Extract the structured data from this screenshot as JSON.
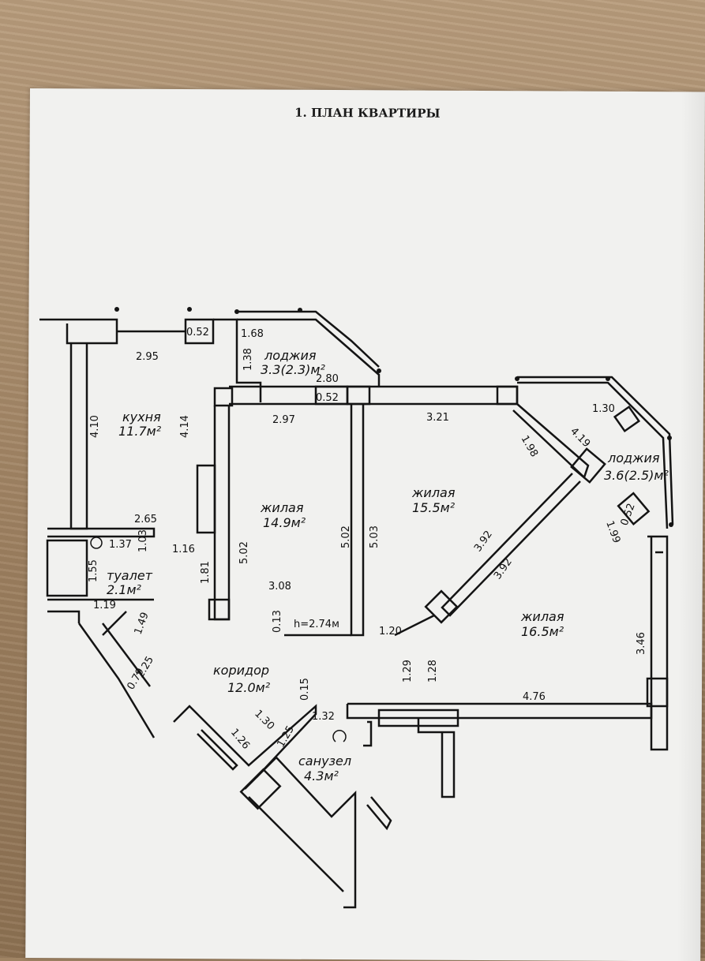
{
  "title": "1. ПЛАН КВАРТИРЫ",
  "rooms": {
    "kitchen": {
      "name": "кухня",
      "area": "11.7м²"
    },
    "loggia_top": {
      "name": "лоджия",
      "area": "3.3(2.3)м²"
    },
    "living_1": {
      "name": "жилая",
      "area": "14.9м²"
    },
    "living_2": {
      "name": "жилая",
      "area": "15.5м²"
    },
    "loggia_right": {
      "name": "лоджия",
      "area": "3.6(2.5)м²"
    },
    "living_3": {
      "name": "жилая",
      "area": "16.5м²"
    },
    "toilet": {
      "name": "туалет",
      "area": "2.1м²"
    },
    "corridor": {
      "name": "коридор",
      "area": "12.0м²"
    },
    "bathroom": {
      "name": "санузел",
      "area": "4.3м²"
    }
  },
  "height_note": "h=2.74м",
  "dimensions": {
    "d_295": "2.95",
    "d_052_a": "0.52",
    "d_168": "1.68",
    "d_138": "1.38",
    "d_280": "2.80",
    "d_297": "2.97",
    "d_052_b": "0.52",
    "d_321": "3.21",
    "d_130": "1.30",
    "d_198": "1.98",
    "d_419": "4.19",
    "d_410": "4.10",
    "d_414": "4.14",
    "d_265": "2.65",
    "d_116": "1.16",
    "d_137": "1.37",
    "d_103": "1.03",
    "d_155": "1.55",
    "d_119": "1.19",
    "d_149": "1.49",
    "d_225": "2.25",
    "d_079": "0.79",
    "d_181": "1.81",
    "d_502_a": "5.02",
    "d_502_b": "5.02",
    "d_503": "5.03",
    "d_308": "3.08",
    "d_013": "0.13",
    "d_120": "1.20",
    "d_392_a": "3.92",
    "d_392_b": "3.92",
    "d_052_c": "0.52",
    "d_199": "1.99",
    "d_346": "3.46",
    "d_129": "1.29",
    "d_128": "1.28",
    "d_476": "4.76",
    "d_015": "0.15",
    "d_126": "1.26",
    "d_130_b": "1.30",
    "d_125": "1.25",
    "d_132": "1.32"
  },
  "colors": {
    "wall": "#141414",
    "paper": "#f1f1ef",
    "table": "#a08464"
  }
}
